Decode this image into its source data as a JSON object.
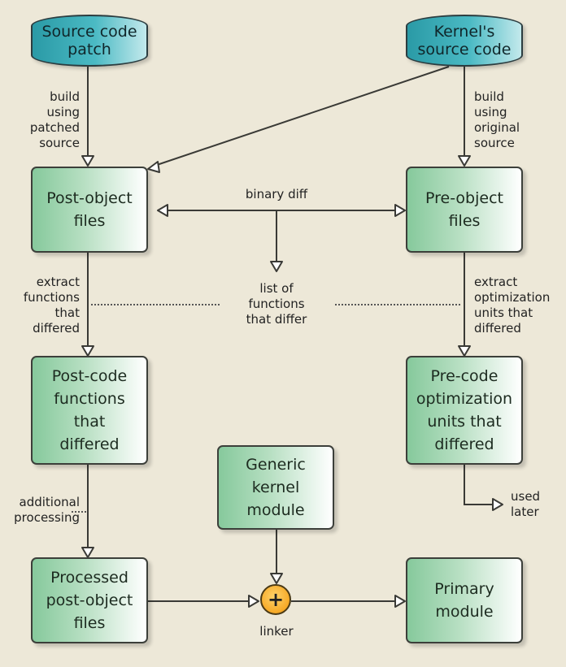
{
  "diagram": {
    "sources": {
      "patch": "Source code\npatch",
      "kernel": "Kernel's\nsource code"
    },
    "boxes": {
      "post_object": "Post-object\nfiles",
      "pre_object": "Pre-object\nfiles",
      "post_code": "Post-code\nfunctions\nthat\ndiffered",
      "pre_code": "Pre-code\noptimization\nunits that\ndiffered",
      "generic_module": "Generic\nkernel\nmodule",
      "processed": "Processed\npost-object\nfiles",
      "primary": "Primary\nmodule"
    },
    "labels": {
      "build_patched": "build\nusing\npatched\nsource",
      "build_original": "build\nusing\noriginal\nsource",
      "binary_diff": "binary diff",
      "list_functions": "list of\nfunctions\nthat differ",
      "extract_functions": "extract\nfunctions\nthat\ndiffered",
      "extract_units": "extract\noptimization\nunits that\ndiffered",
      "additional_processing": "additional\nprocessing",
      "used_later": "used\nlater",
      "linker": "linker",
      "linker_symbol": "+"
    },
    "colors": {
      "background": "#ede8d8",
      "box_green": "#86c99c",
      "cylinder_teal": "#2a9aa6",
      "linker_orange": "#f6a926"
    }
  }
}
